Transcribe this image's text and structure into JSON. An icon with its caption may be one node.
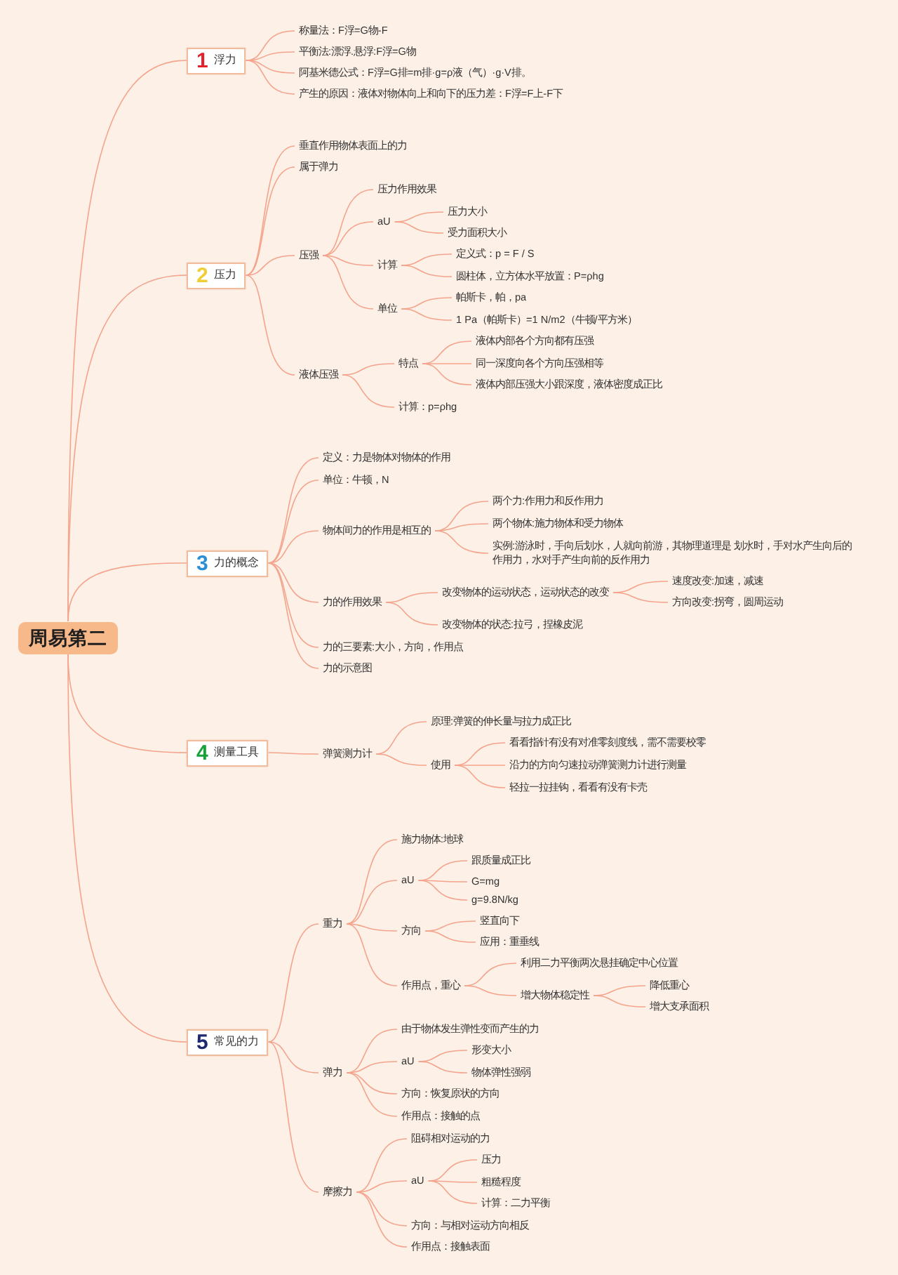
{
  "diagram": {
    "nodes": [
      {
        "text": [
          "周易第二"
        ]
      },
      {
        "text": [
          "1",
          "浮力"
        ]
      },
      {
        "text": [
          "称量法：F浮=G物-F"
        ]
      },
      {
        "text": [
          "平衡法:漂浮.悬浮:F浮=G物"
        ]
      },
      {
        "text": [
          "阿基米德公式：F浮=G排=m排·g=ρ液（气）·g·V排。"
        ]
      },
      {
        "text": [
          "产生的原因：液体对物体向上和向下的压力差：F浮=F上-F下"
        ]
      },
      {
        "text": [
          "2",
          "压力"
        ]
      },
      {
        "text": [
          "垂直作用物体表面上的力"
        ]
      },
      {
        "text": [
          "属于弹力"
        ]
      },
      {
        "text": [
          "压强"
        ]
      },
      {
        "text": [
          "压力作用效果"
        ]
      },
      {
        "text": [
          "aU"
        ]
      },
      {
        "text": [
          "压力大小"
        ]
      },
      {
        "text": [
          "受力面积大小"
        ]
      },
      {
        "text": [
          "计算"
        ]
      },
      {
        "text": [
          "定义式：p = F / S"
        ]
      },
      {
        "text": [
          "圆柱体，立方体水平放置：P=ρhg"
        ]
      },
      {
        "text": [
          "单位"
        ]
      },
      {
        "text": [
          "帕斯卡，帕，pa"
        ]
      },
      {
        "text": [
          "1 Pa（帕斯卡）=1 N/m2（牛顿/平方米）"
        ]
      },
      {
        "text": [
          "液体压强"
        ]
      },
      {
        "text": [
          "特点"
        ]
      },
      {
        "text": [
          "液体内部各个方向都有压强"
        ]
      },
      {
        "text": [
          "同一深度向各个方向压强相等"
        ]
      },
      {
        "text": [
          "液体内部压强大小跟深度，液体密度成正比"
        ]
      },
      {
        "text": [
          "计算：p=ρhg"
        ]
      },
      {
        "text": [
          "3",
          "力的概念"
        ]
      },
      {
        "text": [
          "定义：力是物体对物体的作用"
        ]
      },
      {
        "text": [
          "单位：牛顿，N"
        ]
      },
      {
        "text": [
          "物体间力的作用是相互的"
        ]
      },
      {
        "text": [
          "两个力:作用力和反作用力"
        ]
      },
      {
        "text": [
          "两个物体:施力物体和受力物体"
        ]
      },
      {
        "text": [
          "实例:游泳时，手向后划水，人就向前游，其物理道理是 划水时，手对水产生向后的作用力，水对手产生向前的反作用力"
        ]
      },
      {
        "text": [
          "力的作用效果"
        ]
      },
      {
        "text": [
          "改变物体的运动状态，运动状态的改变"
        ]
      },
      {
        "text": [
          "速度改变:加速，减速"
        ]
      },
      {
        "text": [
          "方向改变:拐弯，圆周运动"
        ]
      },
      {
        "text": [
          "改变物体的状态:拉弓，捏橡皮泥"
        ]
      },
      {
        "text": [
          "力的三要素:大小，方向，作用点"
        ]
      },
      {
        "text": [
          "力的示意图"
        ]
      },
      {
        "text": [
          "4",
          "测量工具"
        ]
      },
      {
        "text": [
          "弹簧测力计"
        ]
      },
      {
        "text": [
          "原理:弹簧的伸长量与拉力成正比"
        ]
      },
      {
        "text": [
          "使用"
        ]
      },
      {
        "text": [
          "看看指针有没有对准零刻度线，需不需要校零"
        ]
      },
      {
        "text": [
          "沿力的方向匀速拉动弹簧测力计进行测量"
        ]
      },
      {
        "text": [
          "轻拉一拉挂钩，看看有没有卡壳"
        ]
      },
      {
        "text": [
          "5",
          "常见的力"
        ]
      },
      {
        "text": [
          "重力"
        ]
      },
      {
        "text": [
          "施力物体:地球"
        ]
      },
      {
        "text": [
          "aU"
        ]
      },
      {
        "text": [
          "跟质量成正比"
        ]
      },
      {
        "text": [
          "G=mg"
        ]
      },
      {
        "text": [
          "g=9.8N/kg"
        ]
      },
      {
        "text": [
          "方向"
        ]
      },
      {
        "text": [
          "竖直向下"
        ]
      },
      {
        "text": [
          "应用：重垂线"
        ]
      },
      {
        "text": [
          "作用点，重心"
        ]
      },
      {
        "text": [
          "利用二力平衡两次悬挂确定中心位置"
        ]
      },
      {
        "text": [
          "增大物体稳定性"
        ]
      },
      {
        "text": [
          "降低重心"
        ]
      },
      {
        "text": [
          "增大支承面积"
        ]
      },
      {
        "text": [
          "弹力"
        ]
      },
      {
        "text": [
          "由于物体发生弹性变而产生的力"
        ]
      },
      {
        "text": [
          "aU"
        ]
      },
      {
        "text": [
          "形变大小"
        ]
      },
      {
        "text": [
          "物体弹性强弱"
        ]
      },
      {
        "text": [
          "方向：恢复原状的方向"
        ]
      },
      {
        "text": [
          "作用点：接触的点"
        ]
      },
      {
        "text": [
          "摩擦力"
        ]
      },
      {
        "text": [
          "阻碍相对运动的力"
        ]
      },
      {
        "text": [
          "aU"
        ]
      },
      {
        "text": [
          "压力"
        ]
      },
      {
        "text": [
          "粗糙程度"
        ]
      },
      {
        "text": [
          "计算：二力平衡"
        ]
      },
      {
        "text": [
          "方向：与相对运动方向相反"
        ]
      },
      {
        "text": [
          "作用点：接触表面"
        ]
      }
    ],
    "edges": [
      {
        "from": 0,
        "to": 1,
        "arrow": "none"
      },
      {
        "from": 1,
        "to": 2,
        "arrow": "none"
      },
      {
        "from": 1,
        "to": 3,
        "arrow": "none"
      },
      {
        "from": 1,
        "to": 4,
        "arrow": "none"
      },
      {
        "from": 1,
        "to": 5,
        "arrow": "none"
      },
      {
        "from": 0,
        "to": 6,
        "arrow": "none"
      },
      {
        "from": 6,
        "to": 7,
        "arrow": "none"
      },
      {
        "from": 6,
        "to": 8,
        "arrow": "none"
      },
      {
        "from": 6,
        "to": 9,
        "arrow": "none"
      },
      {
        "from": 9,
        "to": 10,
        "arrow": "none"
      },
      {
        "from": 9,
        "to": 11,
        "arrow": "none"
      },
      {
        "from": 11,
        "to": 12,
        "arrow": "none"
      },
      {
        "from": 11,
        "to": 13,
        "arrow": "none"
      },
      {
        "from": 9,
        "to": 14,
        "arrow": "none"
      },
      {
        "from": 14,
        "to": 15,
        "arrow": "none"
      },
      {
        "from": 14,
        "to": 16,
        "arrow": "none"
      },
      {
        "from": 9,
        "to": 17,
        "arrow": "none"
      },
      {
        "from": 17,
        "to": 18,
        "arrow": "none"
      },
      {
        "from": 17,
        "to": 19,
        "arrow": "none"
      },
      {
        "from": 6,
        "to": 20,
        "arrow": "none"
      },
      {
        "from": 20,
        "to": 21,
        "arrow": "none"
      },
      {
        "from": 21,
        "to": 22,
        "arrow": "none"
      },
      {
        "from": 21,
        "to": 23,
        "arrow": "none"
      },
      {
        "from": 21,
        "to": 24,
        "arrow": "none"
      },
      {
        "from": 20,
        "to": 25,
        "arrow": "none"
      },
      {
        "from": 0,
        "to": 26,
        "arrow": "none"
      },
      {
        "from": 26,
        "to": 27,
        "arrow": "none"
      },
      {
        "from": 26,
        "to": 28,
        "arrow": "none"
      },
      {
        "from": 26,
        "to": 29,
        "arrow": "none"
      },
      {
        "from": 29,
        "to": 30,
        "arrow": "none"
      },
      {
        "from": 29,
        "to": 31,
        "arrow": "none"
      },
      {
        "from": 29,
        "to": 32,
        "arrow": "none"
      },
      {
        "from": 26,
        "to": 33,
        "arrow": "none"
      },
      {
        "from": 33,
        "to": 34,
        "arrow": "none"
      },
      {
        "from": 34,
        "to": 35,
        "arrow": "none"
      },
      {
        "from": 34,
        "to": 36,
        "arrow": "none"
      },
      {
        "from": 33,
        "to": 37,
        "arrow": "none"
      },
      {
        "from": 26,
        "to": 38,
        "arrow": "none"
      },
      {
        "from": 26,
        "to": 39,
        "arrow": "none"
      },
      {
        "from": 0,
        "to": 40,
        "arrow": "none"
      },
      {
        "from": 40,
        "to": 41,
        "arrow": "none"
      },
      {
        "from": 41,
        "to": 42,
        "arrow": "none"
      },
      {
        "from": 41,
        "to": 43,
        "arrow": "none"
      },
      {
        "from": 43,
        "to": 44,
        "arrow": "none"
      },
      {
        "from": 43,
        "to": 45,
        "arrow": "none"
      },
      {
        "from": 43,
        "to": 46,
        "arrow": "none"
      },
      {
        "from": 0,
        "to": 47,
        "arrow": "none"
      },
      {
        "from": 47,
        "to": 48,
        "arrow": "none"
      },
      {
        "from": 48,
        "to": 49,
        "arrow": "none"
      },
      {
        "from": 48,
        "to": 50,
        "arrow": "none"
      },
      {
        "from": 50,
        "to": 51,
        "arrow": "none"
      },
      {
        "from": 50,
        "to": 52,
        "arrow": "none"
      },
      {
        "from": 50,
        "to": 53,
        "arrow": "none"
      },
      {
        "from": 48,
        "to": 54,
        "arrow": "none"
      },
      {
        "from": 54,
        "to": 55,
        "arrow": "none"
      },
      {
        "from": 54,
        "to": 56,
        "arrow": "none"
      },
      {
        "from": 48,
        "to": 57,
        "arrow": "none"
      },
      {
        "from": 57,
        "to": 58,
        "arrow": "none"
      },
      {
        "from": 57,
        "to": 59,
        "arrow": "none"
      },
      {
        "from": 59,
        "to": 60,
        "arrow": "none"
      },
      {
        "from": 59,
        "to": 61,
        "arrow": "none"
      },
      {
        "from": 47,
        "to": 62,
        "arrow": "none"
      },
      {
        "from": 62,
        "to": 63,
        "arrow": "none"
      },
      {
        "from": 62,
        "to": 64,
        "arrow": "none"
      },
      {
        "from": 64,
        "to": 65,
        "arrow": "none"
      },
      {
        "from": 64,
        "to": 66,
        "arrow": "none"
      },
      {
        "from": 62,
        "to": 67,
        "arrow": "none"
      },
      {
        "from": 62,
        "to": 68,
        "arrow": "none"
      },
      {
        "from": 47,
        "to": 69,
        "arrow": "none"
      },
      {
        "from": 69,
        "to": 70,
        "arrow": "none"
      },
      {
        "from": 69,
        "to": 71,
        "arrow": "none"
      },
      {
        "from": 71,
        "to": 72,
        "arrow": "none"
      },
      {
        "from": 71,
        "to": 73,
        "arrow": "none"
      },
      {
        "from": 71,
        "to": 74,
        "arrow": "none"
      },
      {
        "from": 69,
        "to": 75,
        "arrow": "none"
      },
      {
        "from": 69,
        "to": 76,
        "arrow": "none"
      }
    ]
  }
}
